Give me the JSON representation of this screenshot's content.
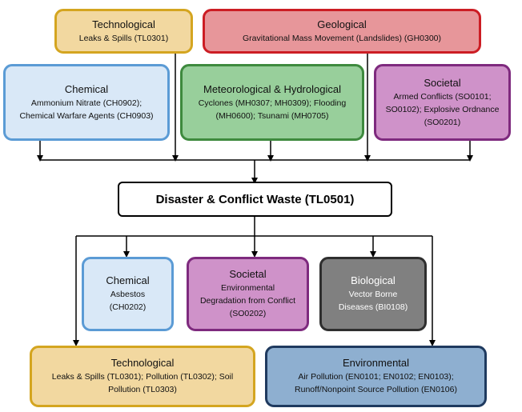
{
  "center": "Disaster & Conflict Waste (TL0501)",
  "top_row": [
    {
      "title": "Technological",
      "desc": "Leaks & Spills (TL0301)",
      "fill": "#f2d8a0",
      "stroke": "#d4a520"
    },
    {
      "title": "Geological",
      "desc": "Gravitational Mass Movement (Landslides) (GH0300)",
      "fill": "#e7969a",
      "stroke": "#cc1d24"
    }
  ],
  "second_row": [
    {
      "title": "Chemical",
      "desc": "Ammonium Nitrate (CH0902); Chemical Warfare Agents (CH0903)",
      "fill": "#d9e8f7",
      "stroke": "#5b9bd5"
    },
    {
      "title": "Meteorological & Hydrological",
      "desc": "Cyclones (MH0307; MH0309); Flooding (MH0600); Tsunami (MH0705)",
      "fill": "#98cf9b",
      "stroke": "#3e8a3e"
    },
    {
      "title": "Societal",
      "desc": "Armed Conflicts (SO0101; SO0102); Explosive Ordnance (SO0201)",
      "fill": "#cf92c9",
      "stroke": "#7e2a7e"
    }
  ],
  "third_row": [
    {
      "title": "Chemical",
      "desc": "Asbestos (CH0202)",
      "fill": "#d9e8f7",
      "stroke": "#5b9bd5"
    },
    {
      "title": "Societal",
      "desc": "Environmental Degradation from Conflict (SO0202)",
      "fill": "#cf92c9",
      "stroke": "#7e2a7e"
    },
    {
      "title": "Biological",
      "desc": "Vector Borne Diseases (BI0108)",
      "fill": "#808080",
      "stroke": "#2e2e2e"
    }
  ],
  "bottom_row": [
    {
      "title": "Technological",
      "desc": "Leaks & Spills (TL0301); Pollution (TL0302); Soil Pollution (TL0303)",
      "fill": "#f2d8a0",
      "stroke": "#d4a520"
    },
    {
      "title": "Environmental",
      "desc": "Air Pollution (EN0101; EN0102; EN0103); Runoff/Nonpoint Source Pollution (EN0106)",
      "fill": "#8eafd0",
      "stroke": "#1f3a5f"
    }
  ]
}
